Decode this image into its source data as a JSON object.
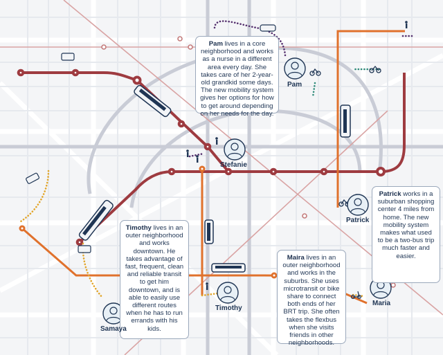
{
  "people": {
    "pam": {
      "name": "Pam",
      "description": "lives in a core neighborhood and works as a nurse in a different area every day. She takes care of her 2-year-old grandkid some days. The new mobility system gives her options for how to get around depending on her needs for the day."
    },
    "stefanie": {
      "name": "Stefanie"
    },
    "patrick": {
      "name": "Patrick",
      "description": "works in a suburban shopping center 4 miles from home. The new mobility system makes what used to be a two-bus trip much faster and easier."
    },
    "timothy": {
      "name": "Timothy",
      "description": "lives in an outer neighborhood and works downtown. He takes advantage of fast, frequent, clean and reliable transit to get him downtown, and is able to easily use different routes when he has to run errands with his kids."
    },
    "maira": {
      "name": "Maira",
      "description": "lives in an outer neighborhood and works in the suburbs. She uses microtransit or bike share to connect both ends of her BRT trip. She often takes the flexbus when she visits friends in other neighborhoods."
    },
    "maria": {
      "name": "Maria"
    },
    "samaya": {
      "name": "Samaya"
    }
  },
  "colors": {
    "background": "#f4f5f7",
    "street": "#ffffff",
    "street_minor": "#e6e9ee",
    "rail_line": "#c9ccd6",
    "red_line": "#9e3b40",
    "orange_line": "#e0712c",
    "teal_connector": "#2e8a79",
    "yellow_connector": "#e2a52a",
    "purple_connector": "#55306e",
    "navy": "#1f3554"
  },
  "icons": [
    "bus-icon",
    "bike-icon",
    "walk-icon",
    "car-icon",
    "scooter-icon",
    "avatar-icon"
  ]
}
